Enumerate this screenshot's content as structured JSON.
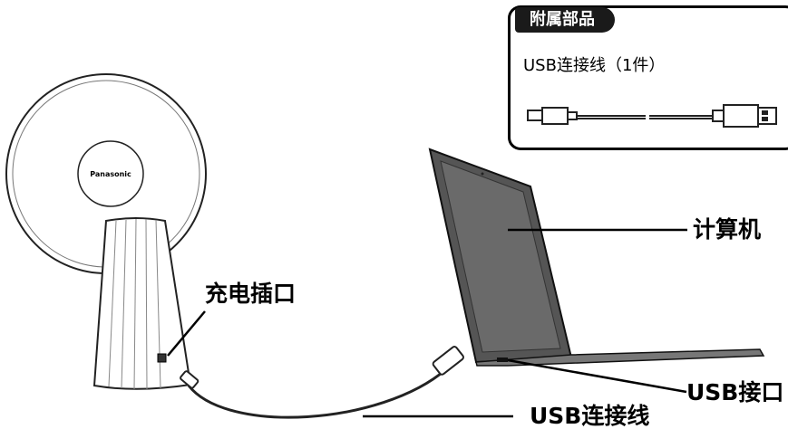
{
  "accessories": {
    "tag": "附属部品",
    "item": "USB连接线（1件）"
  },
  "labels": {
    "charging_port": "充电插口",
    "computer": "计算机",
    "usb_port": "USB接口",
    "usb_cable": "USB连接线"
  },
  "device": {
    "brand": "Panasonic"
  }
}
